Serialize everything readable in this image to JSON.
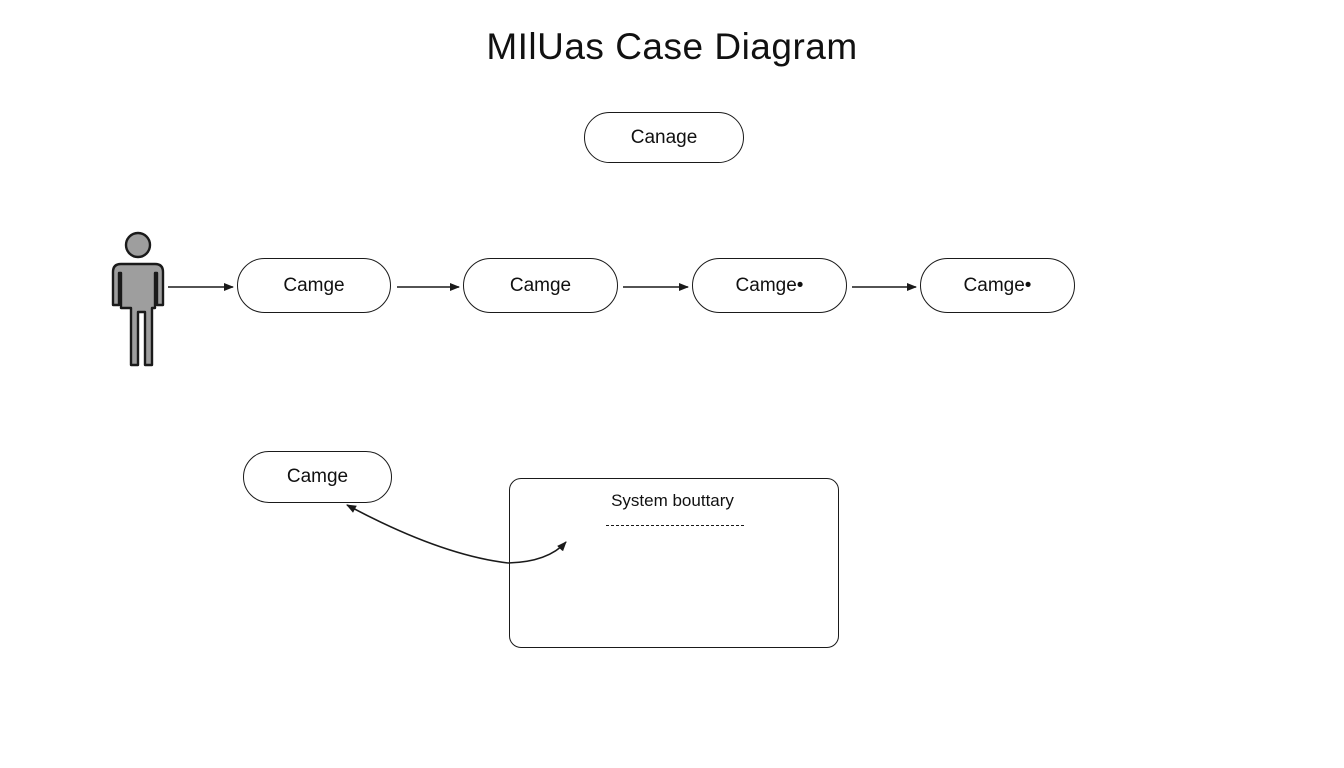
{
  "title": "MIlUas Case Diagram",
  "use_cases": {
    "top": "Canage",
    "row_1": "Camge",
    "row_2": "Camge",
    "row_3": "Camge•",
    "row_4": "Camge•",
    "lower": "Camge"
  },
  "system_boundary": {
    "label": "System bouttary"
  },
  "colors": {
    "stroke": "#1a1a1a",
    "actor_fill": "#9e9e9e",
    "background": "#ffffff"
  }
}
